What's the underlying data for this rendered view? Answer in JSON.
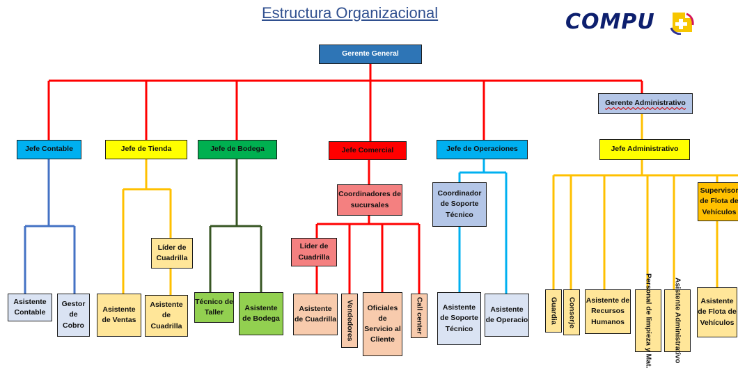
{
  "title": "Estructura Organizacional",
  "logo": {
    "text": "COMPU",
    "mark_icon": "plus-mark-icon"
  },
  "colors": {
    "blue": "#2e75b6",
    "cyan": "#00b0f0",
    "yellow": "#ffff00",
    "green": "#00b050",
    "red": "#ff0000",
    "salmon": "#f48080",
    "lavender": "#b4c6e7",
    "light_blue": "#dae3f3",
    "light_yellow": "#ffe699",
    "orange": "#ffc000",
    "light_green": "#92d050",
    "peach": "#f8cbad",
    "line_red": "#ff0000",
    "line_blue": "#4472c4",
    "line_yellow": "#ffc000",
    "line_green": "#375623",
    "line_cyan": "#00b0f0"
  },
  "org": {
    "gerente_general": "Gerente General",
    "gerente_administrativo": "Gerente Administrativo",
    "contable": {
      "jefe": "Jefe Contable",
      "asistente_contable": "Asistente Contable",
      "gestor_cobro": "Gestor de Cobro"
    },
    "tienda": {
      "jefe": "Jefe de Tienda",
      "asistente_ventas": "Asistente de Ventas",
      "lider_cuadrilla": "Líder de Cuadrilla",
      "asistente_cuadrilla": "Asistente de Cuadrilla"
    },
    "bodega": {
      "jefe": "Jefe de Bodega",
      "tecnico_taller": "Técnico de Taller",
      "asistente_bodega": "Asistente de Bodega"
    },
    "comercial": {
      "jefe": "Jefe Comercial",
      "coordinadores": "Coordinadores de sucursales",
      "lider_cuadrilla": "Líder de Cuadrilla",
      "asistente_cuadrilla": "Asistente de Cuadrilla",
      "vendedores": "Vendedores",
      "oficiales": "Oficiales de Servicio al Cliente",
      "call_center": "Call center"
    },
    "operaciones": {
      "jefe": "Jefe de Operaciones",
      "coordinador": "Coordinador de Soporte Técnico",
      "asistente_soporte": "Asistente de Soporte Técnico",
      "asistente_operacio": "Asistente de Operacio"
    },
    "administrativo": {
      "jefe": "Jefe Administrativo",
      "guardia": "Guardia",
      "conserje": "Conserje",
      "asistente_rrhh": "Asistente de Recursos Humanos",
      "personal_limpieza": "Personal de limpieza y Mat.",
      "asistente_administrativo": "Asistente Administrativo",
      "supervisor_flota": "Supervisor de Flota de Vehículos",
      "asistente_flota": "Asistente de Flota de Vehículos"
    }
  }
}
